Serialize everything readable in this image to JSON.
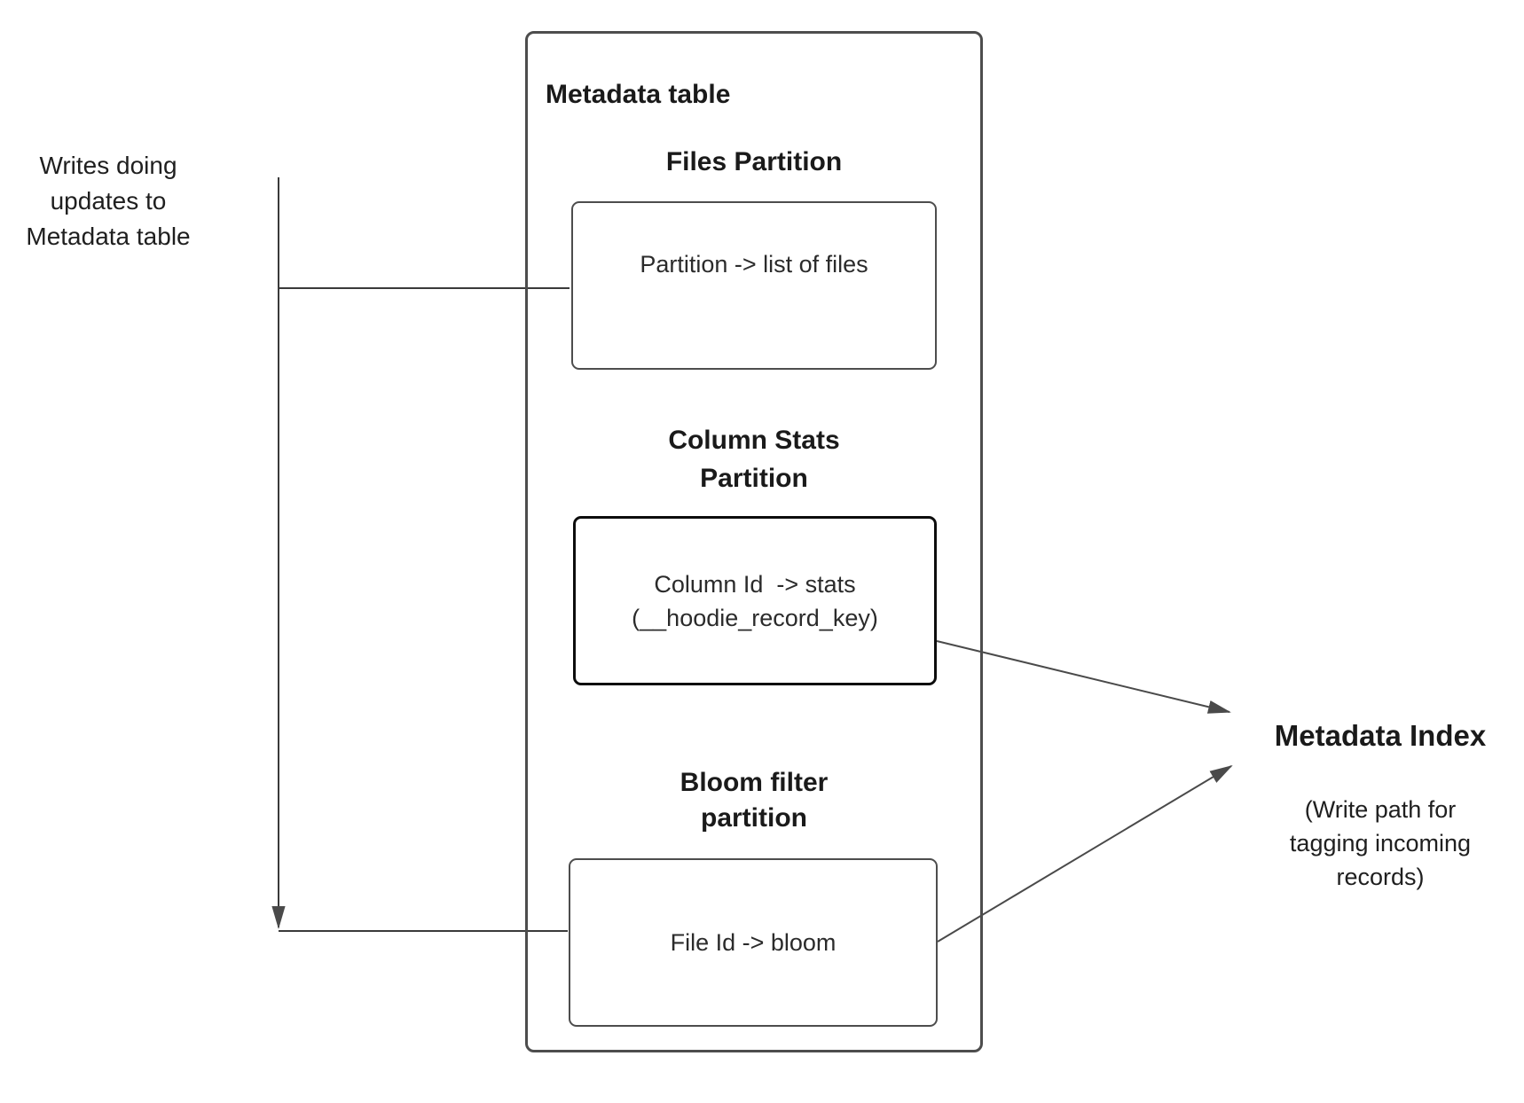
{
  "colors": {
    "background": "#ffffff",
    "box_border": "#4d4d4d",
    "emphasis_border": "#0d0d0d",
    "connector": "#434343",
    "text": "#1f1f1f"
  },
  "left_note": {
    "text": "Writes doing\nupdates to\nMetadata table"
  },
  "metadata_table": {
    "title": "Metadata table",
    "sections": [
      {
        "heading": "Files Partition",
        "box_text": "Partition -> list of files",
        "emphasized": false
      },
      {
        "heading": "Column Stats\nPartition",
        "box_text": "Column Id  -> stats\n(__hoodie_record_key)",
        "emphasized": true
      },
      {
        "heading": "Bloom filter\npartition",
        "box_text": "File Id -> bloom",
        "emphasized": false
      }
    ]
  },
  "metadata_index": {
    "title": "Metadata Index",
    "subtitle": "(Write path for\ntagging incoming\nrecords)"
  }
}
